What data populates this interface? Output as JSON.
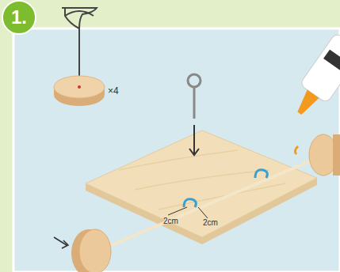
{
  "diagram": {
    "nodes": [
      {
        "text": [
          "1."
        ]
      }
    ],
    "labels": [
      "×4",
      "2cm",
      "2cm"
    ]
  }
}
